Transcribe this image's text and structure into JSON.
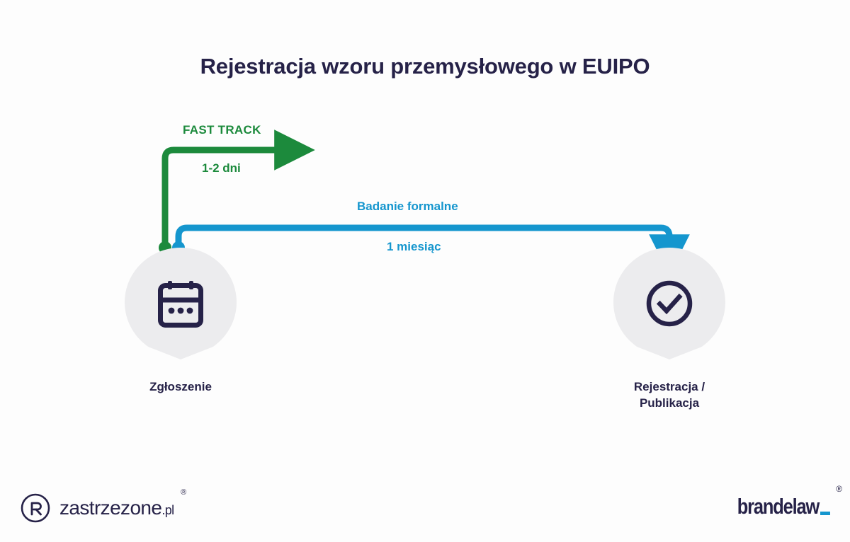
{
  "page": {
    "title": "Rejestracja wzoru przemysłowego w EUIPO",
    "background_color": "#fdfdfd"
  },
  "colors": {
    "navy": "#262248",
    "green": "#1c8a3c",
    "blue": "#1596ce",
    "pin_grey": "#ececee"
  },
  "chart_data": {
    "type": "diagram",
    "title": "Rejestracja wzoru przemysłowego w EUIPO",
    "nodes": [
      {
        "id": "start",
        "label": "Zgłoszenie",
        "icon": "calendar-icon"
      },
      {
        "id": "end",
        "label": "Rejestracja /\nPublikacja",
        "icon": "check-circle-icon"
      }
    ],
    "flows": [
      {
        "id": "fast-track",
        "name": "FAST TRACK",
        "duration": "1-2 dni",
        "color": "#1c8a3c",
        "from": "start",
        "to": "open-end"
      },
      {
        "id": "formal-exam",
        "name": "Badanie formalne",
        "duration": "1 miesiąc",
        "color": "#1596ce",
        "from": "start",
        "to": "end"
      }
    ]
  },
  "flow": {
    "fast_track": {
      "name": "FAST TRACK",
      "duration": "1-2 dni"
    },
    "formal": {
      "name": "Badanie formalne",
      "duration": "1 miesiąc"
    }
  },
  "nodes": {
    "start": {
      "label": "Zgłoszenie",
      "icon": "calendar-icon"
    },
    "end": {
      "label_line1": "Rejestracja /",
      "label_line2": "Publikacja",
      "icon": "check-circle-icon"
    }
  },
  "footer": {
    "left_logo": {
      "name": "zastrzezone",
      "tld": ".pl",
      "registered_mark": "®",
      "icon": "zastrzezone-r-mark-icon"
    },
    "right_logo": {
      "name": "brandelaw",
      "registered_mark": "®"
    }
  }
}
